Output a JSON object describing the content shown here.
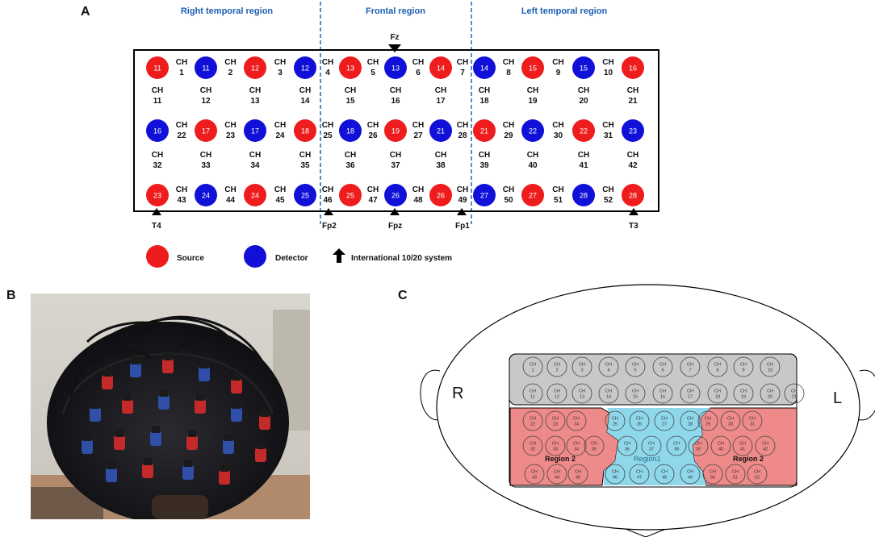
{
  "panels": {
    "a": {
      "letter": "A",
      "regions": [
        "Right temporal region",
        "Frontal region",
        "Left temporal region"
      ],
      "ref_top": "Fz",
      "ref_bottom": [
        "T4",
        "Fp2",
        "Fpz",
        "Fp1",
        "T3"
      ],
      "ch_prefix": "CH",
      "colors": {
        "source": "#ee1c1c",
        "detector": "#1010d8",
        "region_text": "#1a5fb4",
        "divider": "#2d6fbf"
      },
      "row1": {
        "optodes": [
          [
            "S",
            "11"
          ],
          [
            "D",
            "11"
          ],
          [
            "S",
            "12"
          ],
          [
            "D",
            "12"
          ],
          [
            "S",
            "13"
          ],
          [
            "D",
            "13"
          ],
          [
            "S",
            "14"
          ],
          [
            "D",
            "14"
          ],
          [
            "S",
            "15"
          ],
          [
            "D",
            "15"
          ],
          [
            "S",
            "16"
          ]
        ],
        "channels": [
          "1",
          "2",
          "3",
          "4",
          "5",
          "6",
          "7",
          "8",
          "9",
          "10"
        ]
      },
      "mid1": [
        "11",
        "12",
        "13",
        "14",
        "15",
        "16",
        "17",
        "18",
        "19",
        "20",
        "21"
      ],
      "row2": {
        "optodes": [
          [
            "D",
            "16"
          ],
          [
            "S",
            "17"
          ],
          [
            "D",
            "17"
          ],
          [
            "S",
            "18"
          ],
          [
            "D",
            "18"
          ],
          [
            "S",
            "19"
          ],
          [
            "D",
            "21"
          ],
          [
            "S",
            "21"
          ],
          [
            "D",
            "22"
          ],
          [
            "S",
            "22"
          ],
          [
            "D",
            "23"
          ]
        ],
        "channels": [
          "22",
          "23",
          "24",
          "25",
          "26",
          "27",
          "28",
          "29",
          "30",
          "31"
        ]
      },
      "mid2": [
        "32",
        "33",
        "34",
        "35",
        "36",
        "37",
        "38",
        "39",
        "40",
        "41",
        "42"
      ],
      "row3": {
        "optodes": [
          [
            "S",
            "23"
          ],
          [
            "D",
            "24"
          ],
          [
            "S",
            "24"
          ],
          [
            "D",
            "25"
          ],
          [
            "S",
            "25"
          ],
          [
            "D",
            "26"
          ],
          [
            "S",
            "26"
          ],
          [
            "D",
            "27"
          ],
          [
            "S",
            "27"
          ],
          [
            "D",
            "28"
          ],
          [
            "S",
            "28"
          ]
        ],
        "channels": [
          "43",
          "44",
          "45",
          "46",
          "47",
          "48",
          "49",
          "50",
          "51",
          "52"
        ]
      },
      "legend": {
        "source": "Source",
        "detector": "Detector",
        "arrow": "International 10/20 system"
      }
    },
    "b": {
      "letter": "B"
    },
    "c": {
      "letter": "C",
      "side_left": "R",
      "side_right": "L",
      "region1": "Region1",
      "region2": "Region 2",
      "colors": {
        "gray": "#c8c8c8",
        "region1": "#8fd8ec",
        "region2": "#ef8a8a"
      }
    }
  }
}
